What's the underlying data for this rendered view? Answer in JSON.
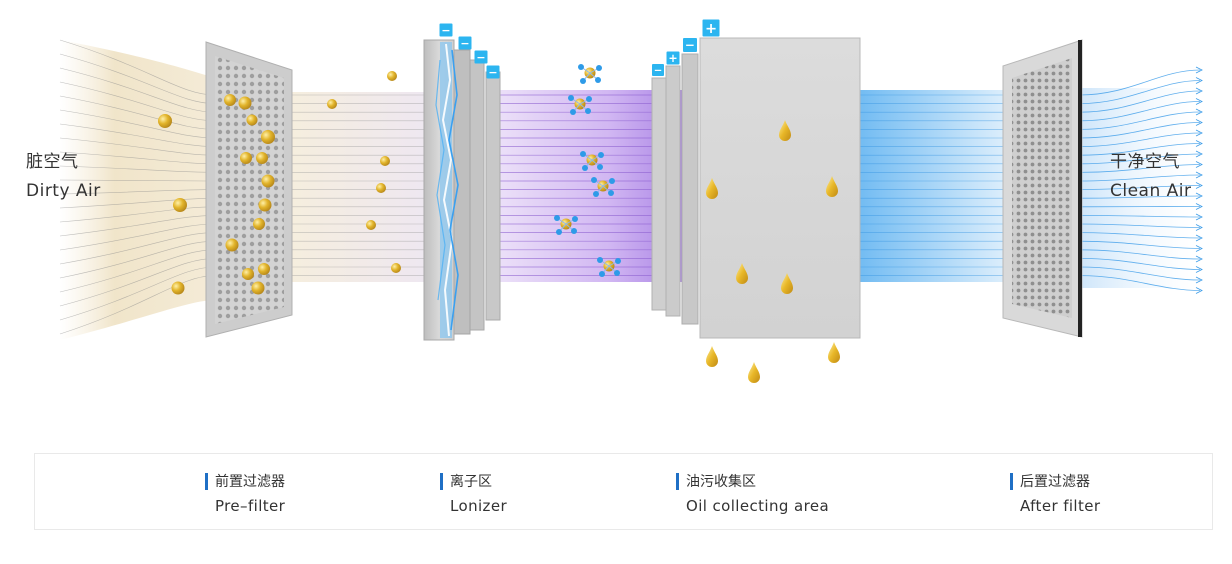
{
  "left_label": {
    "cn": "脏空气",
    "en": "Dirty Air"
  },
  "right_label": {
    "cn": "干净空气",
    "en": "Clean Air"
  },
  "ionizer_charges": [
    "−",
    "−",
    "−",
    "−"
  ],
  "collector_charges": [
    "+",
    "−",
    "+",
    "−",
    "+"
  ],
  "stages": [
    {
      "cn": "前置过滤器",
      "en": "Pre–filter"
    },
    {
      "cn": "离子区",
      "en": "Lonizer"
    },
    {
      "cn": "油污收集区",
      "en": "Oil collecting area"
    },
    {
      "cn": "后置过滤器",
      "en": "After filter"
    }
  ],
  "colors": {
    "accent_blue": "#1f6fc5",
    "charge_badge": "#2cb5f0",
    "ionized_zone": "#9b6be0",
    "clean_zone": "#5ab0f0",
    "oil": "#e0b020",
    "dirty_zone": "#efe2c4"
  }
}
